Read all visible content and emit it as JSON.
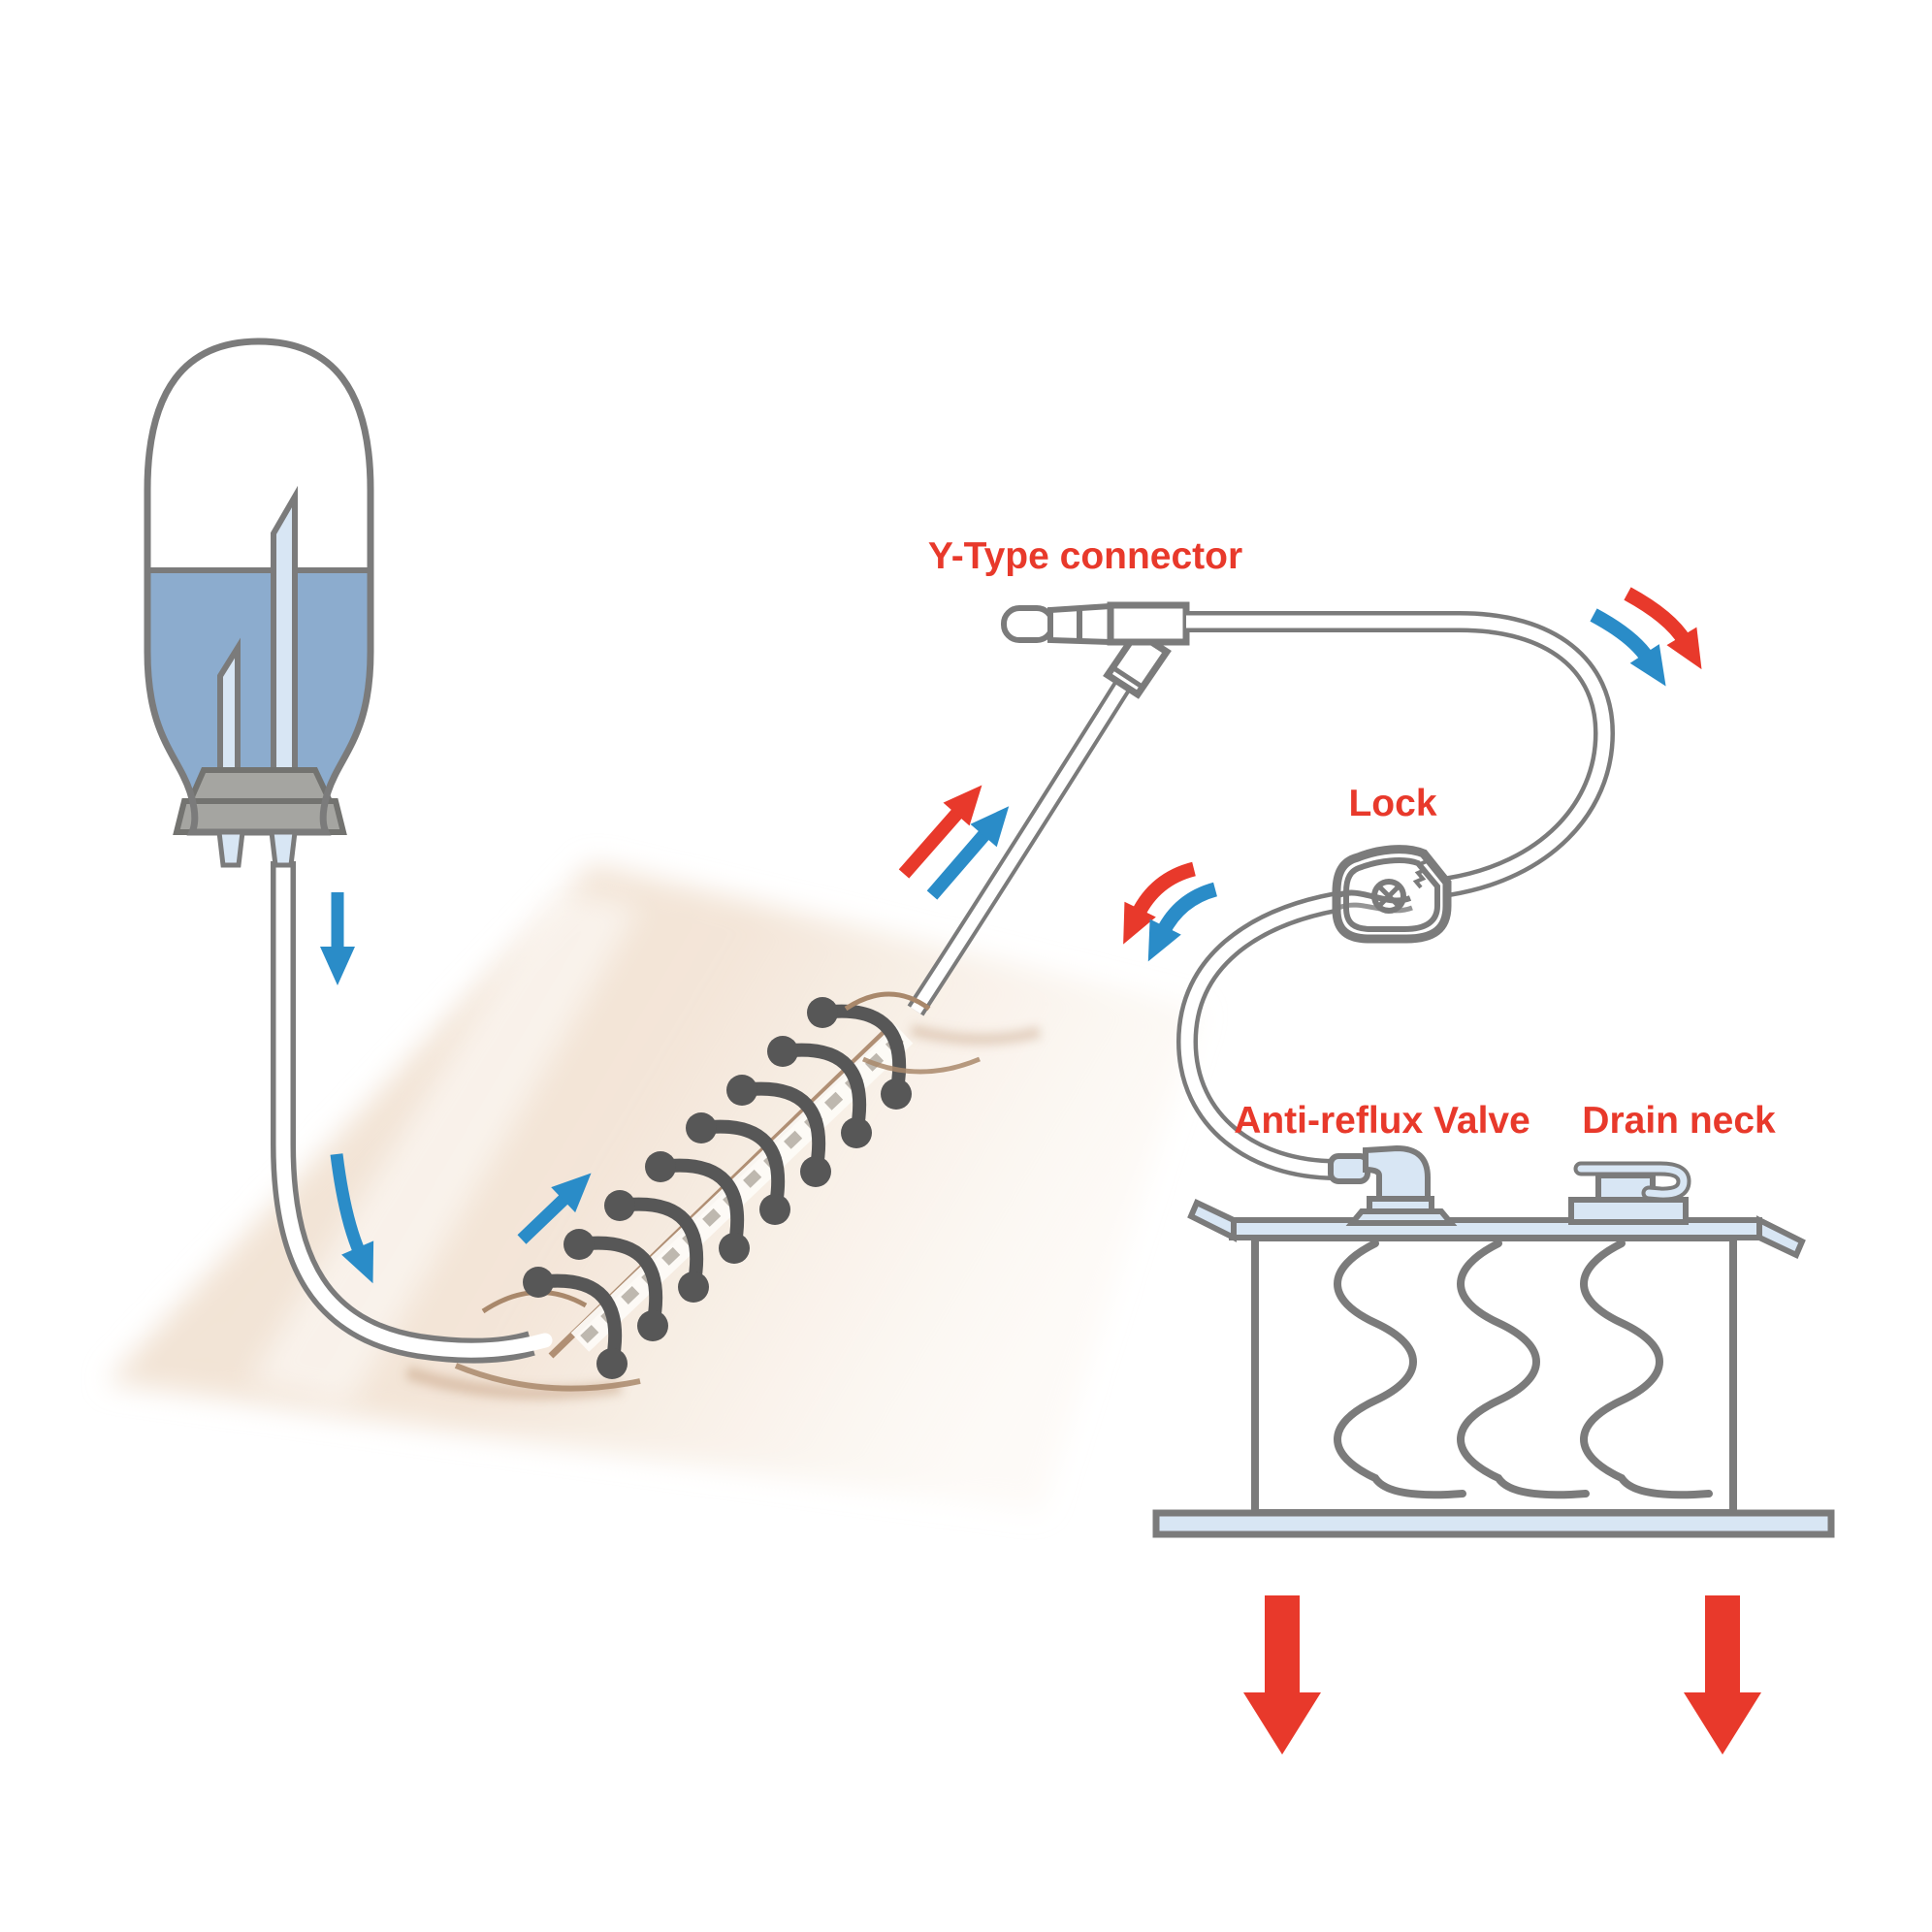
{
  "labels": {
    "y_type_connector": "Y-Type connector",
    "lock": "Lock",
    "anti_reflux_valve": "Anti-reflux Valve",
    "drain_neck": "Drain neck"
  },
  "colors": {
    "label_red": "#E8392B",
    "flow_blue": "#2A8CC8",
    "flow_red": "#E8392B",
    "outline_gray": "#7B7B7B",
    "staple_gray": "#575757",
    "liquid_blue": "#8CACCE",
    "fitting_light_blue": "#D8E6F4",
    "stopper_gray": "#A5A5A1",
    "skin_beige": "#F2E3D4",
    "incision_brown": "#B08F74",
    "background": "#FFFFFF"
  },
  "flow_arrows": [
    {
      "name": "bottle-flow-down-arrow",
      "color": "blue",
      "direction": "down"
    },
    {
      "name": "bottle-flow-curve-arrow",
      "color": "blue",
      "direction": "down-right"
    },
    {
      "name": "wound-flow-arrow",
      "color": "blue",
      "direction": "up-right"
    },
    {
      "name": "tube-outflow-arrow-red",
      "color": "red",
      "direction": "up-right"
    },
    {
      "name": "tube-outflow-arrow-blue",
      "color": "blue",
      "direction": "up-right"
    },
    {
      "name": "loop-flow-arrow-red",
      "color": "red",
      "direction": "down-right"
    },
    {
      "name": "loop-flow-arrow-blue",
      "color": "blue",
      "direction": "down-right"
    },
    {
      "name": "lock-flow-arrow-red",
      "color": "red",
      "direction": "down-left"
    },
    {
      "name": "lock-flow-arrow-blue",
      "color": "blue",
      "direction": "down-left"
    },
    {
      "name": "suction-arrow-left",
      "color": "red",
      "direction": "down"
    },
    {
      "name": "suction-arrow-right",
      "color": "red",
      "direction": "down"
    }
  ]
}
